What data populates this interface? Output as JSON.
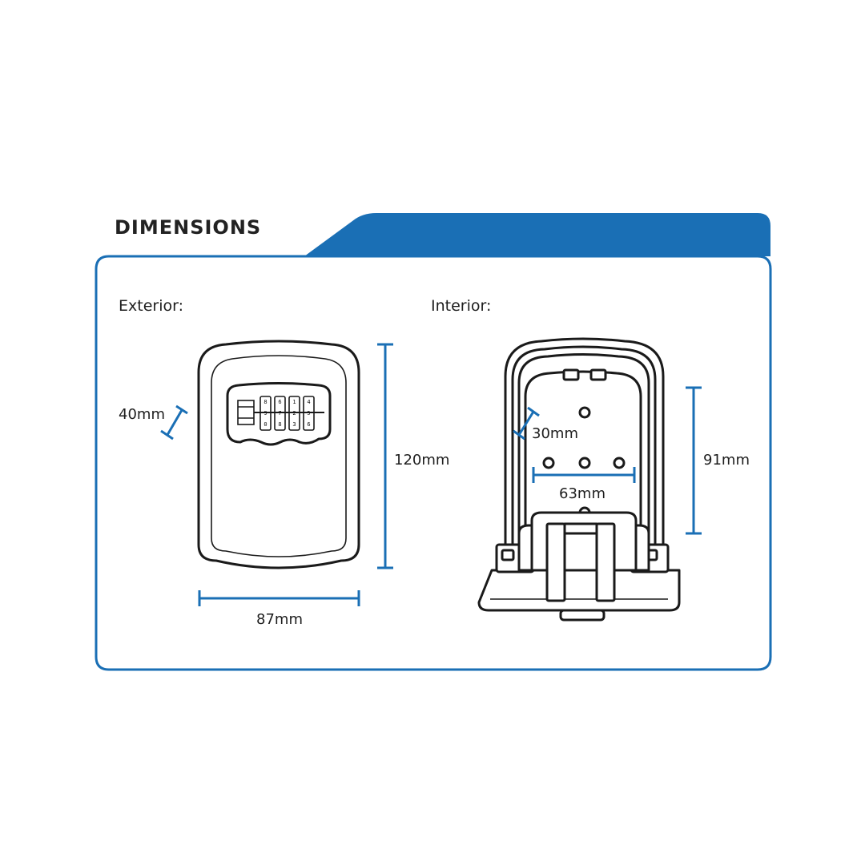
{
  "header": {
    "title": "DIMENSIONS"
  },
  "exterior": {
    "label": "Exterior:",
    "depth": "40mm",
    "height": "120mm",
    "width": "87mm",
    "dials": [
      [
        "8",
        "9",
        "0"
      ],
      [
        "6",
        "7",
        "8"
      ],
      [
        "1",
        "2",
        "3"
      ],
      [
        "4",
        "5",
        "6"
      ]
    ]
  },
  "interior": {
    "label": "Interior:",
    "depth": "30mm",
    "width": "63mm",
    "height": "91mm"
  },
  "colors": {
    "accent": "#1a6fb5",
    "line": "#1a1a1a",
    "title": "#222222"
  }
}
